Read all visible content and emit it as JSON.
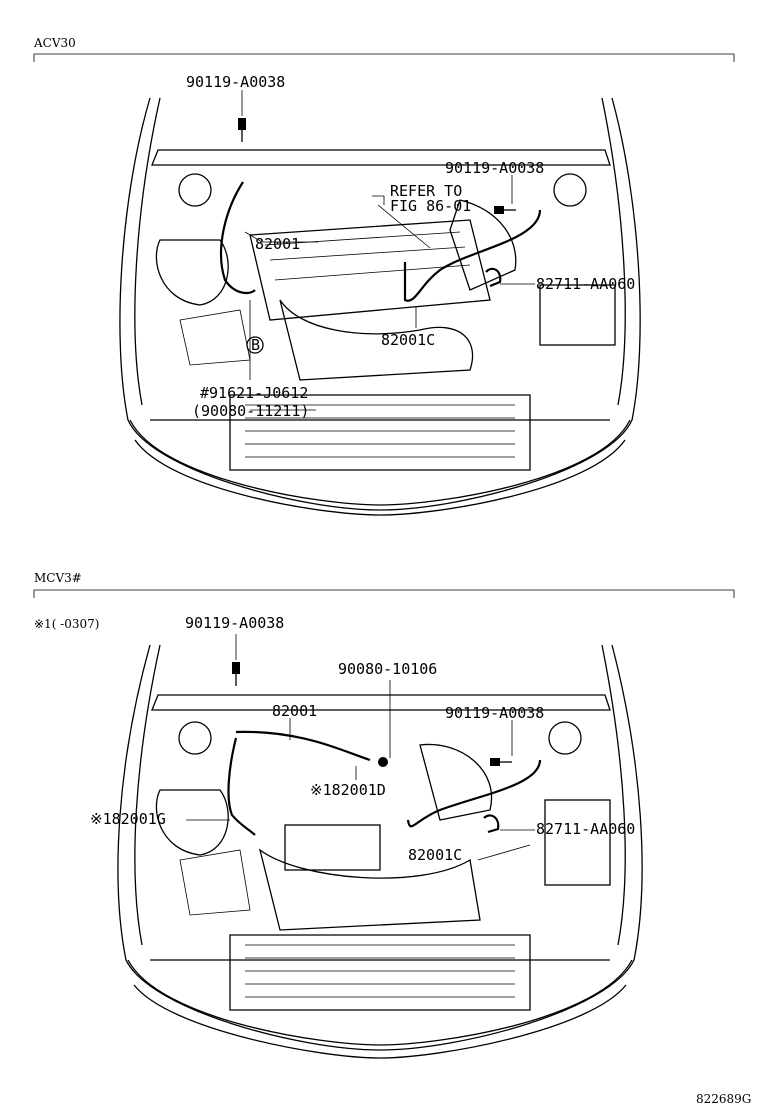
{
  "sections": [
    {
      "id": "acv30",
      "code": "ACV30",
      "callouts": {
        "bolt_top": "90119-A0038",
        "bolt_right": "90119-A0038",
        "refer_line1": "REFER TO",
        "refer_line2": "FIG 86-01",
        "cable_main": "82001",
        "clamp": "82711-AA060",
        "cable_c": "82001C",
        "bracket_b": "B",
        "sub_part": "#91621-J0612",
        "sub_part_alt": "(90080-11211)"
      }
    },
    {
      "id": "mcv3",
      "code": "MCV3#",
      "note": "※1(    -0307)",
      "callouts": {
        "bolt_top": "90119-A0038",
        "nut": "90080-10106",
        "cable_main": "82001",
        "bolt_right": "90119-A0038",
        "cable_d": "※182001D",
        "cable_g": "※182001G",
        "clamp": "82711-AA060",
        "cable_c": "82001C"
      }
    }
  ],
  "figure_id": "822689G"
}
